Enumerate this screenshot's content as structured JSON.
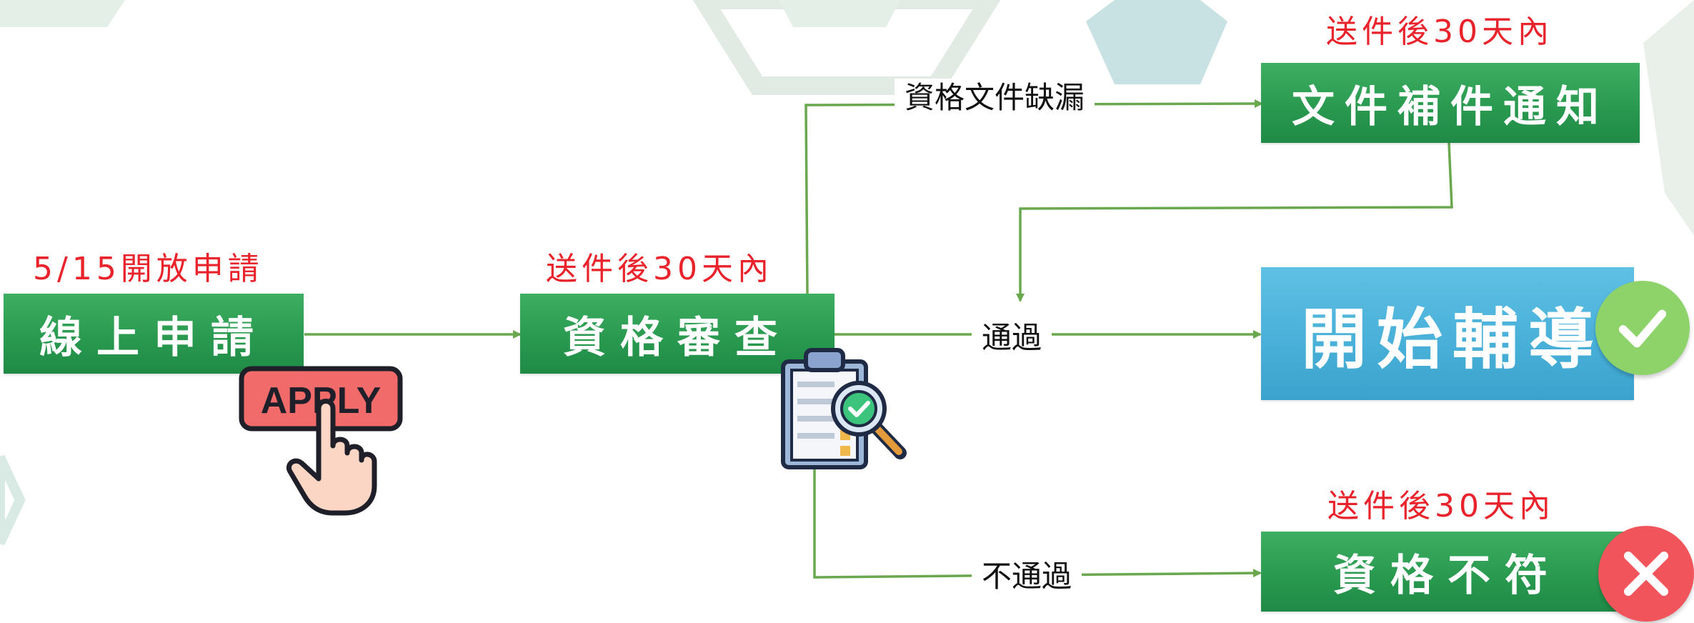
{
  "nodes": {
    "apply": "線上申請",
    "review": "資格審查",
    "supplement": "文件補件通知",
    "start": "開始輔導",
    "reject": "資格不符"
  },
  "notes": {
    "apply_open": "5/15開放申請",
    "review_deadline": "送件後30天內",
    "supplement_deadline": "送件後30天內",
    "reject_deadline": "送件後30天內"
  },
  "edges": {
    "missing_docs": "資格文件缺漏",
    "pass": "通過",
    "fail": "不通過"
  },
  "apply_sticker": "APPLY",
  "colors": {
    "box_green": "#2a9a50",
    "box_blue": "#48afd8",
    "arrow_green": "#6aa84f",
    "note_red": "#e8232b",
    "check_badge": "#8ed36a",
    "cross_badge": "#f2545b"
  },
  "icons": [
    "apply-button-hand-icon",
    "clipboard-magnifier-check-icon",
    "check-badge-icon",
    "cross-badge-icon"
  ]
}
